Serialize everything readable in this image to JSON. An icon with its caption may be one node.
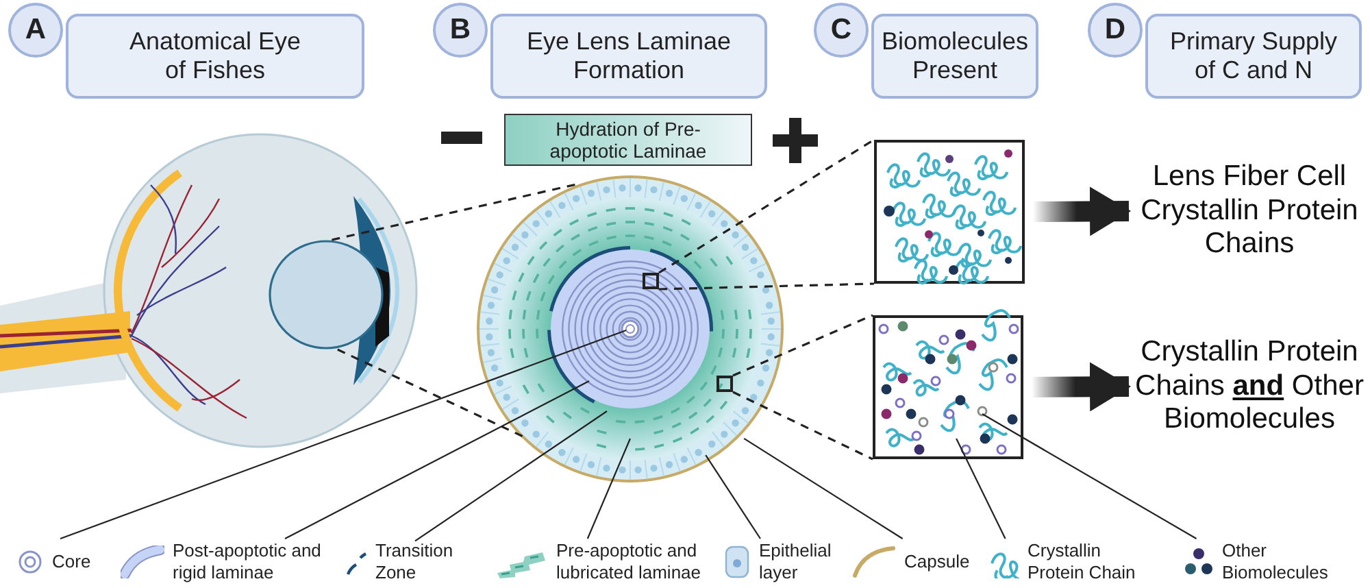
{
  "diagram": {
    "nodes": [
      {
        "text": [
          "A"
        ]
      },
      {
        "text": [
          "Anatomical Eye of Fishes"
        ]
      },
      {
        "text": [
          "B"
        ]
      },
      {
        "text": [
          "Eye Lens Laminae Formation"
        ]
      },
      {
        "text": [
          "C"
        ]
      },
      {
        "text": [
          "Biomolecules Present"
        ]
      },
      {
        "text": [
          "D"
        ]
      },
      {
        "text": [
          "Primary Supply of C and N"
        ]
      },
      {
        "text": [
          "Hydration of Pre-apoptotic Laminae"
        ]
      },
      {
        "text": [],
        "shape": "picture"
      },
      {
        "text": [],
        "shape": "circle",
        "in": 9
      },
      {
        "text": [],
        "shape": "picture"
      },
      {
        "text": [],
        "shape": "box",
        "in": 11
      },
      {
        "text": [],
        "shape": "box",
        "in": 11
      },
      {
        "text": [],
        "shape": "picture"
      },
      {
        "text": [],
        "shape": "picture"
      },
      {
        "text": [
          "Lens Fiber Cell Crystallin Protein Chains"
        ]
      },
      {
        "text": [
          "Crystallin Protein Chains **and** Other Biomolecules"
        ]
      },
      {
        "text": [
          "Core"
        ]
      },
      {
        "text": [
          "Post-apoptotic and rigid laminae"
        ]
      },
      {
        "text": [
          "Transition Zone"
        ]
      },
      {
        "text": [
          "Pre-apoptotic and lubricated laminae"
        ]
      },
      {
        "text": [
          "Epithelial layer"
        ]
      },
      {
        "text": [
          "Capsule"
        ]
      },
      {
        "text": [
          "Crystallin Protein Chain"
        ]
      },
      {
        "text": [
          "Other Biomolecules"
        ]
      }
    ],
    "edges": [
      {
        "from": 10,
        "to": 11,
        "arrow": "none",
        "style": "dashed"
      },
      {
        "from": 10,
        "to": 11,
        "arrow": "none",
        "style": "dashed"
      },
      {
        "from": 12,
        "to": 14,
        "arrow": "none",
        "style": "dashed"
      },
      {
        "from": 12,
        "to": 14,
        "arrow": "none",
        "style": "dashed"
      },
      {
        "from": 13,
        "to": 15,
        "arrow": "none",
        "style": "dashed"
      },
      {
        "from": 13,
        "to": 15,
        "arrow": "none",
        "style": "dashed"
      },
      {
        "from": 14,
        "to": 16,
        "arrow": "to",
        "style": "thick"
      },
      {
        "from": 15,
        "to": 17,
        "arrow": "to",
        "style": "thick"
      },
      {
        "from": 18,
        "to": null,
        "arrow": "none"
      },
      {
        "from": 19,
        "to": null,
        "arrow": "none"
      },
      {
        "from": 20,
        "to": null,
        "arrow": "none"
      },
      {
        "from": 21,
        "to": null,
        "arrow": "none"
      },
      {
        "from": 22,
        "to": 11,
        "arrow": "none"
      },
      {
        "from": 23,
        "to": 11,
        "arrow": "none"
      },
      {
        "from": 24,
        "to": 15,
        "arrow": "none"
      },
      {
        "from": 25,
        "to": 15,
        "arrow": "none"
      }
    ]
  }
}
